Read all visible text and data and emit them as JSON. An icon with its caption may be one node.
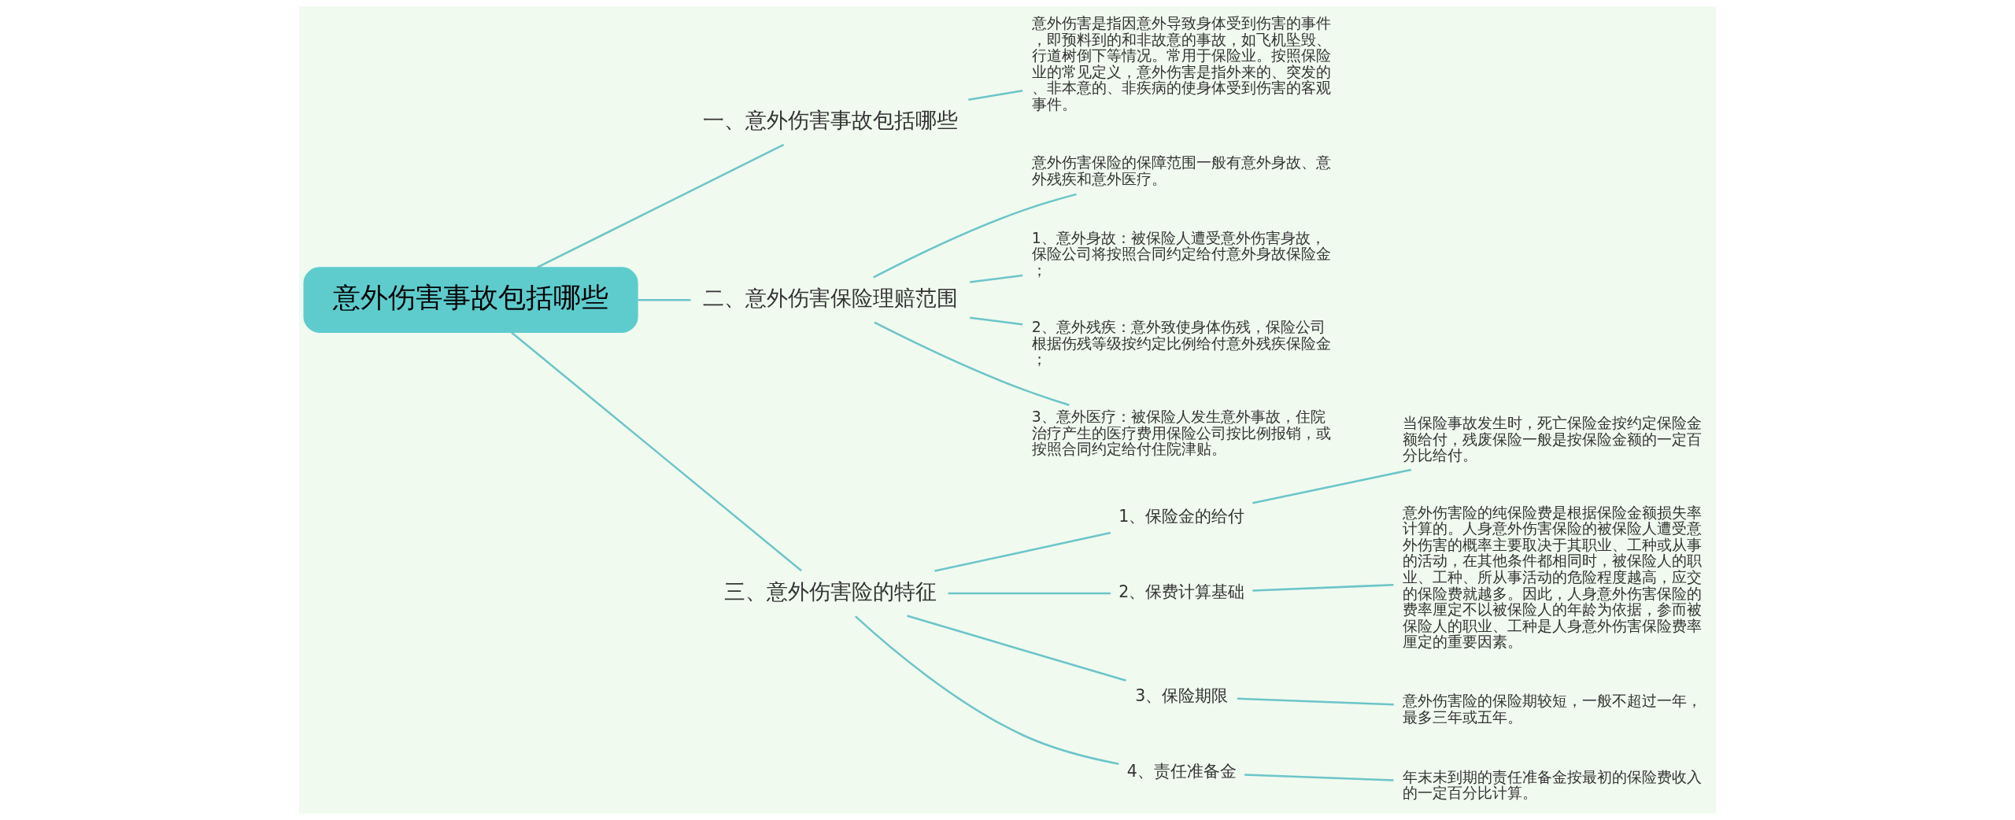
{
  "diagram": {
    "nodes": [
      {
        "text": [
          "意外伤害事故包括哪些"
        ]
      },
      {
        "text": [
          "一、意外伤害事故包括哪些"
        ]
      },
      {
        "text": [
          "意外伤害是指因意外导致身体受到伤害的事件，即预料到的和非故意的事故，如飞机坠毁、行道树倒下等情况。常用于保险业。按照保险业的常见定义，意外伤害是指外来的、突发的、非本意的、非疾病的使身体受到伤害的客观事件。"
        ]
      },
      {
        "text": [
          "二、意外伤害保险理赔范围"
        ]
      },
      {
        "text": [
          "意外伤害保险的保障范围一般有意外身故、意外残疾和意外医疗。"
        ]
      },
      {
        "text": [
          "1、意外身故：被保险人遭受意外伤害身故，保险公司将按照合同约定给付意外身故保险金；"
        ]
      },
      {
        "text": [
          "2、意外残疾：意外致使身体伤残，保险公司根据伤残等级按约定比例给付意外残疾保险金；"
        ]
      },
      {
        "text": [
          "3、意外医疗：被保险人发生意外事故，住院治疗产生的医疗费用保险公司按比例报销，或按照合同约定给付住院津贴。"
        ]
      },
      {
        "text": [
          "三、意外伤害险的特征"
        ]
      },
      {
        "text": [
          "1、保险金的给付"
        ]
      },
      {
        "text": [
          "当保险事故发生时，死亡保险金按约定保险金额给付，残废保险一般是按保险金额的一定百分比给付。"
        ]
      },
      {
        "text": [
          "2、保费计算基础"
        ]
      },
      {
        "text": [
          "意外伤害险的纯保险费是根据保险金额损失率计算的。人身意外伤害保险的被保险人遭受意外伤害的概率主要取决于其职业、工种或从事的活动，在其他条件都相同时，被保险人的职业、工种、所从事活动的危险程度越高，应交的保险费就越多。因此，人身意外伤害保险的费率厘定不以被保险人的年龄为依据，参而被保险人的职业、工种是人身意外伤害保险费率厘定的重要因素。"
        ]
      },
      {
        "text": [
          "3、保险期限"
        ]
      },
      {
        "text": [
          "意外伤害险的保险期较短，一般不超过一年，最多三年或五年。"
        ]
      },
      {
        "text": [
          "4、责任准备金"
        ]
      },
      {
        "text": [
          "年末未到期的责任准备金按最初的保险费收入的一定百分比计算。"
        ]
      }
    ],
    "edges": [
      {
        "from": 0,
        "to": 1,
        "arrow": "none"
      },
      {
        "from": 1,
        "to": 2,
        "arrow": "none"
      },
      {
        "from": 0,
        "to": 3,
        "arrow": "none"
      },
      {
        "from": 3,
        "to": 4,
        "arrow": "none"
      },
      {
        "from": 3,
        "to": 5,
        "arrow": "none"
      },
      {
        "from": 3,
        "to": 6,
        "arrow": "none"
      },
      {
        "from": 3,
        "to": 7,
        "arrow": "none"
      },
      {
        "from": 0,
        "to": 8,
        "arrow": "none"
      },
      {
        "from": 8,
        "to": 9,
        "arrow": "none"
      },
      {
        "from": 9,
        "to": 10,
        "arrow": "none"
      },
      {
        "from": 8,
        "to": 11,
        "arrow": "none"
      },
      {
        "from": 11,
        "to": 12,
        "arrow": "none"
      },
      {
        "from": 8,
        "to": 13,
        "arrow": "none"
      },
      {
        "from": 13,
        "to": 14,
        "arrow": "none"
      },
      {
        "from": 8,
        "to": 15,
        "arrow": "none"
      },
      {
        "from": 15,
        "to": 16,
        "arrow": "none"
      }
    ]
  }
}
